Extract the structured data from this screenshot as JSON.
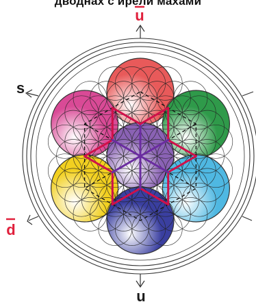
{
  "title": "дводнах с ирели махами",
  "labels": {
    "top": "u",
    "bottom": "u",
    "left_upper": "s",
    "left_lower": "d"
  },
  "label_overline": {
    "top": true,
    "bottom": false,
    "left_upper": false,
    "left_lower": true
  },
  "colors": {
    "highlight_label": "#e0203c",
    "dark_label": "#1a1a1a",
    "line_red": "#d0104a",
    "line_purple": "#6a2ca0",
    "line_dashed": "#111111",
    "top_sphere": "#e85a5a",
    "upper_left_sphere": "#d94a96",
    "upper_right_sphere": "#2f9a4a",
    "center_sphere": "#8a62b4",
    "lower_left_sphere": "#f2d020",
    "lower_right_sphere": "#4fb8e2",
    "bottom_sphere": "#3a3fa0"
  },
  "spheres": [
    {
      "id": "top",
      "color_key": "top_sphere"
    },
    {
      "id": "upper-left",
      "color_key": "upper_left_sphere"
    },
    {
      "id": "upper-right",
      "color_key": "upper_right_sphere"
    },
    {
      "id": "center",
      "color_key": "center_sphere"
    },
    {
      "id": "lower-left",
      "color_key": "lower_left_sphere"
    },
    {
      "id": "lower-right",
      "color_key": "lower_right_sphere"
    },
    {
      "id": "bottom",
      "color_key": "bottom_sphere"
    }
  ]
}
